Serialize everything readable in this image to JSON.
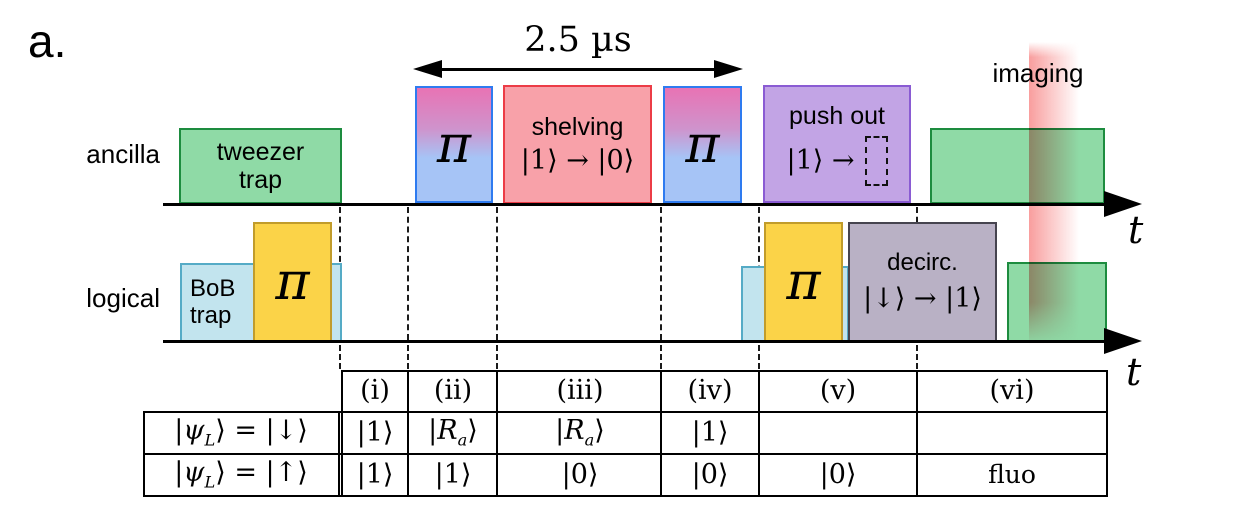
{
  "figure_label": "a.",
  "axes": {
    "ancilla_label": "ancilla",
    "logical_label": "logical",
    "time_label": "t"
  },
  "annotations": {
    "duration": "2.5 µs",
    "imaging": "imaging"
  },
  "labels": {
    "pi": "π"
  },
  "pulses": {
    "tweezer": {
      "line1": "tweezer",
      "line2": "trap"
    },
    "shelving": {
      "title": "shelving",
      "transition": "|1⟩ → |0⟩"
    },
    "push_out": {
      "title": "push out",
      "transition_prefix": "|1⟩ →"
    },
    "bob": {
      "line1": "BoB",
      "line2": "trap"
    },
    "decirc": {
      "title": "decirc.",
      "transition": "|↓⟩ → |1⟩"
    }
  },
  "table": {
    "headers": [
      "(i)",
      "(ii)",
      "(iii)",
      "(iv)",
      "(v)",
      "(vi)"
    ],
    "row_down": {
      "label_pre": "|",
      "label_psi": "ψ",
      "label_sub": "L",
      "label_post": "⟩ = |↓⟩",
      "c1": "|1⟩",
      "c2_pre": "|",
      "c2_R": "R",
      "c2_sub": "a",
      "c2_post": "⟩",
      "c3_pre": "|",
      "c3_R": "R",
      "c3_sub": "a",
      "c3_post": "⟩",
      "c4": "|1⟩",
      "c5": "",
      "c6": ""
    },
    "row_up": {
      "label_pre": "|",
      "label_psi": "ψ",
      "label_sub": "L",
      "label_post": "⟩ = |↑⟩",
      "c1": "|1⟩",
      "c2": "|1⟩",
      "c3": "|0⟩",
      "c4": "|0⟩",
      "c5": "|0⟩",
      "c6": "fluo"
    }
  },
  "colors": {
    "green_fill": "#8fdaa6",
    "green_border": "#1d8c3f",
    "blue_border": "#2e7bf0",
    "pi_grad_top": "#e873b4",
    "pi_grad_mid": "#cf93cc",
    "pi_grad_bottom": "#a6c4f6",
    "red_fill": "#f8a1a9",
    "red_border": "#ec3c46",
    "purple_fill": "#c2a4e5",
    "purple_border": "#8a5bd3",
    "yellow_fill": "#fbd348",
    "yellow_border": "#c19c2b",
    "cyan_fill": "#c2e4ee",
    "cyan_border": "#55abc6",
    "gray_fill": "#b9b1c5",
    "gray_border": "#46444f",
    "band_color": "rgba(246,120,120,0.72)"
  }
}
